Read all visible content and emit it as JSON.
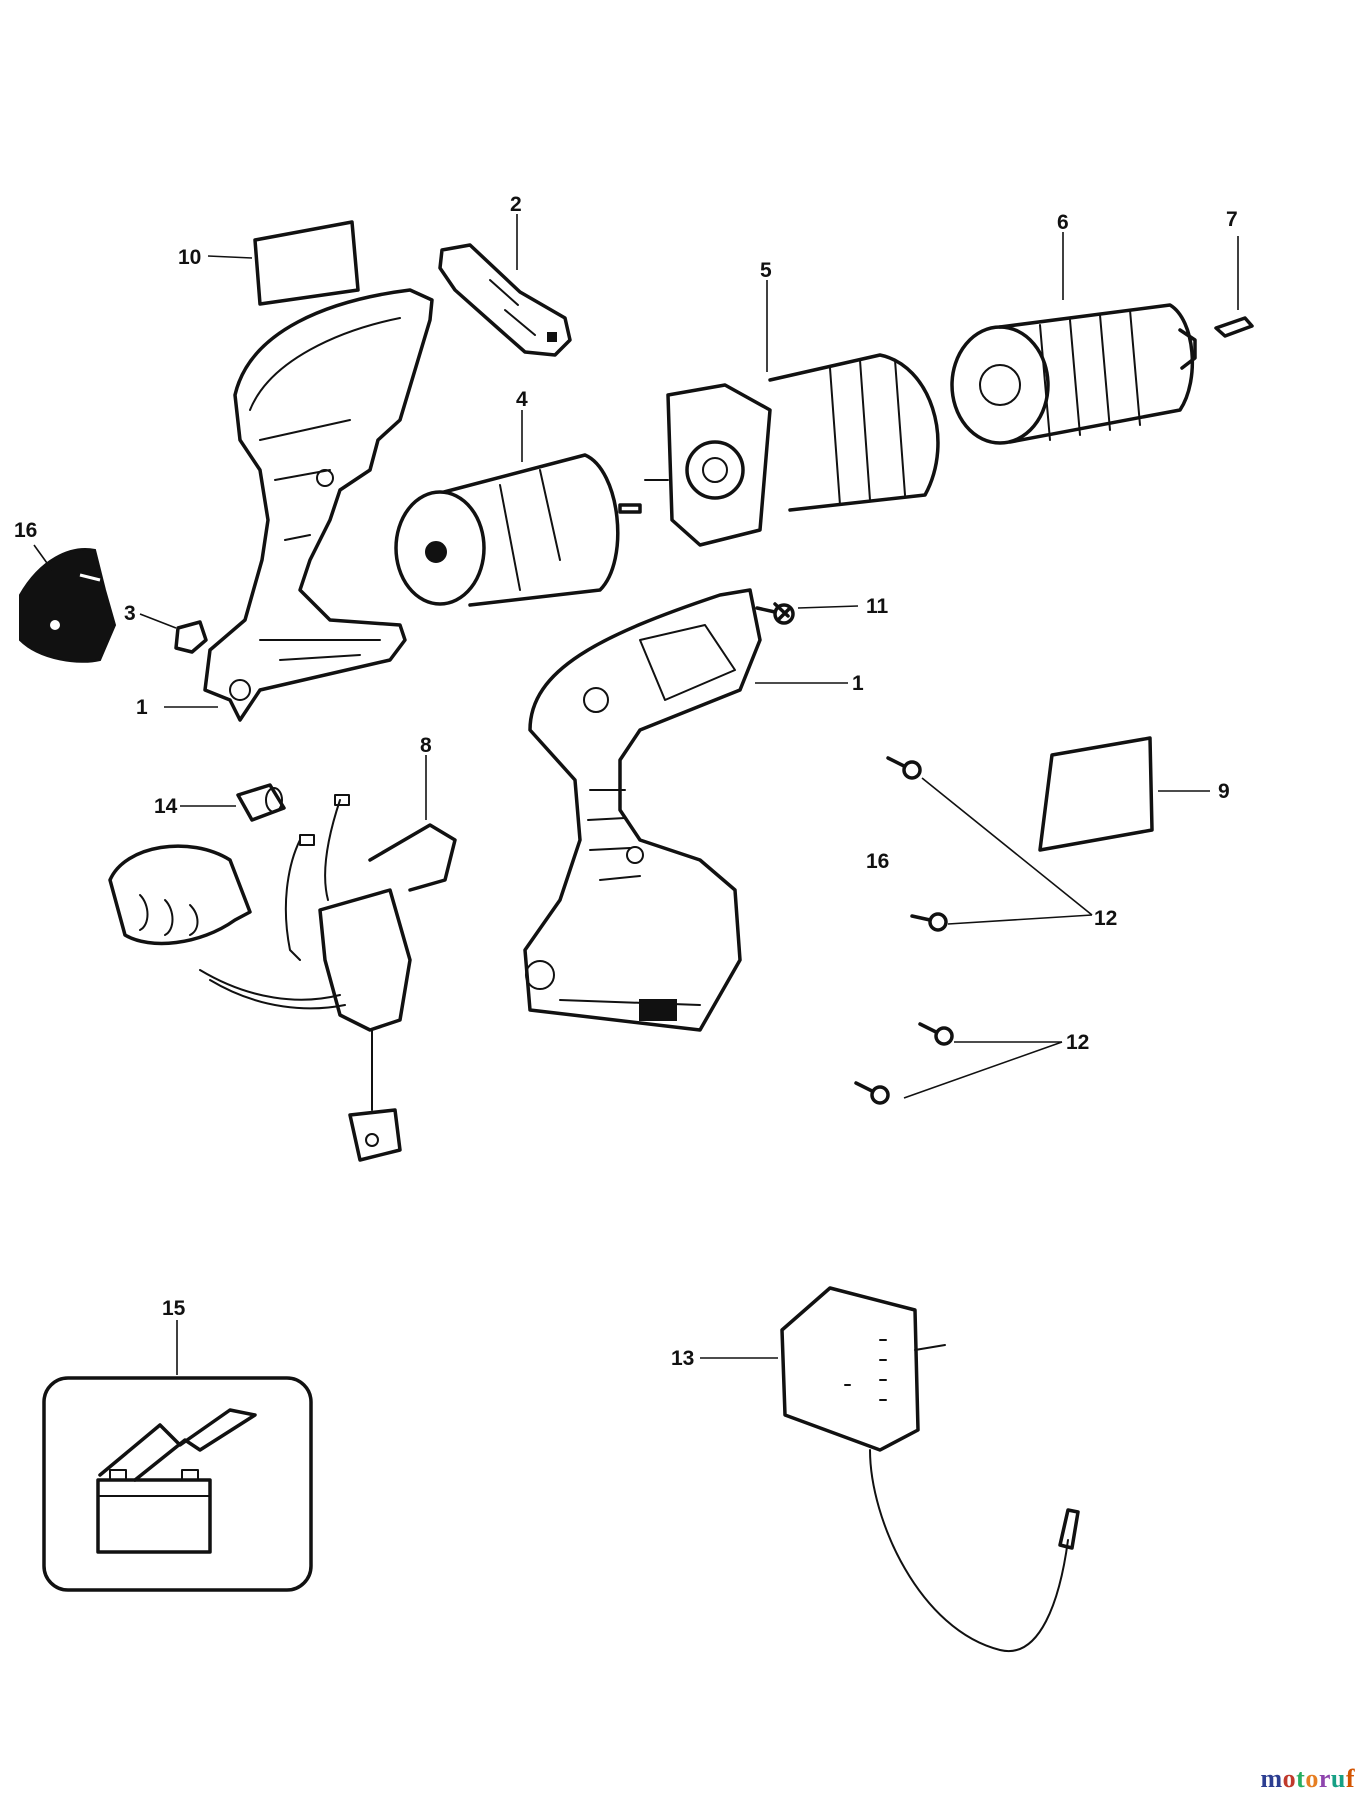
{
  "callouts": {
    "c1a": "1",
    "c1b": "1",
    "c2": "2",
    "c3": "3",
    "c4": "4",
    "c5": "5",
    "c6": "6",
    "c7": "7",
    "c8": "8",
    "c9": "9",
    "c10": "10",
    "c11": "11",
    "c12a": "12",
    "c12b": "12",
    "c13": "13",
    "c14": "14",
    "c15": "15",
    "c16a": "16",
    "c16b": "16"
  },
  "watermark": {
    "text": "motoruf",
    "colors": [
      "#2c3e91",
      "#c0392b",
      "#27ae60",
      "#e67e22",
      "#8e44ad",
      "#16a085",
      "#d35400"
    ]
  }
}
